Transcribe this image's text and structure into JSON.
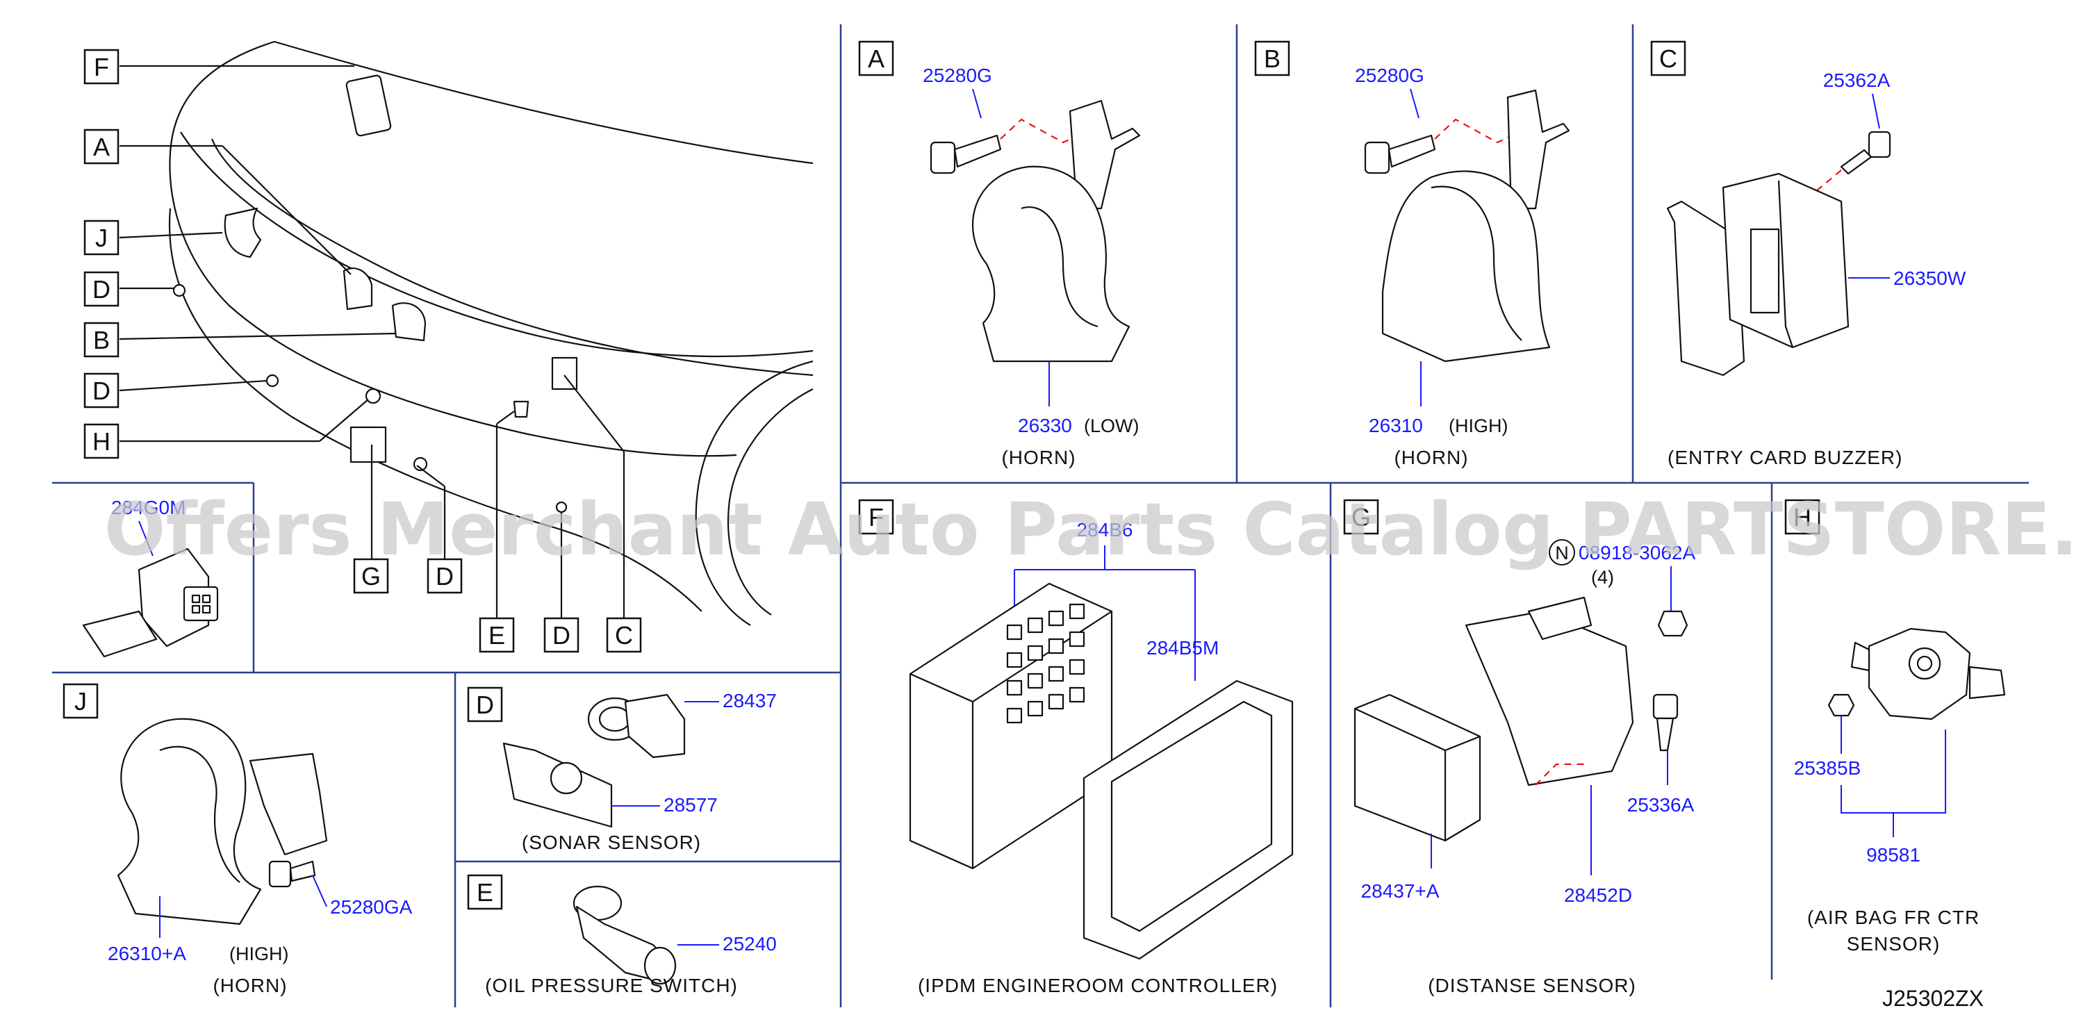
{
  "overview": {
    "callouts": [
      "F",
      "A",
      "J",
      "D",
      "B",
      "D",
      "H",
      "G",
      "D",
      "E",
      "D",
      "C"
    ]
  },
  "sections": {
    "A": {
      "letter": "A",
      "bolt": "25280G",
      "part": "26330",
      "note": "(LOW)",
      "caption": "(HORN)"
    },
    "B": {
      "letter": "B",
      "bolt": "25280G",
      "part": "26310",
      "note": "(HIGH)",
      "caption": "(HORN)"
    },
    "C": {
      "letter": "C",
      "screw": "25362A",
      "part": "26350W",
      "caption": "(ENTRY    CARD    BUZZER)"
    },
    "G_left": {
      "part": "284G0M"
    },
    "J": {
      "letter": "J",
      "part": "26310+A",
      "note": "(HIGH)",
      "bolt": "25280GA",
      "caption": "(HORN)"
    },
    "D": {
      "letter": "D",
      "sensor": "28437",
      "bracket": "28577",
      "caption": "(SONAR    SENSOR)"
    },
    "E": {
      "letter": "E",
      "part": "25240",
      "caption": "(OIL    PRESSURE    SWITCH)"
    },
    "F": {
      "letter": "F",
      "part_top": "284B6",
      "part_frame": "284B5M",
      "caption": "(IPDM    ENGINEROOM    CONTROLLER)"
    },
    "G": {
      "letter": "G",
      "nut": "08918-3062A",
      "nut_qty": "(4)",
      "bolt": "25336A",
      "sensor": "28437+A",
      "bracket": "28452D",
      "caption": "(DISTANSE    SENSOR)"
    },
    "H": {
      "letter": "H",
      "nut": "25385B",
      "part": "98581",
      "caption_1": "(AIR    BAG    FR    CTR",
      "caption_2": "SENSOR)"
    }
  },
  "footer": {
    "code": "J25302ZX"
  },
  "watermark": "Offers Merchant Auto Parts Catalog PARTSTORE.SA",
  "colors": {
    "part_number": "#1a1aff",
    "panel_border": "#2b3f8f",
    "dashed_leader": "#e00000"
  }
}
